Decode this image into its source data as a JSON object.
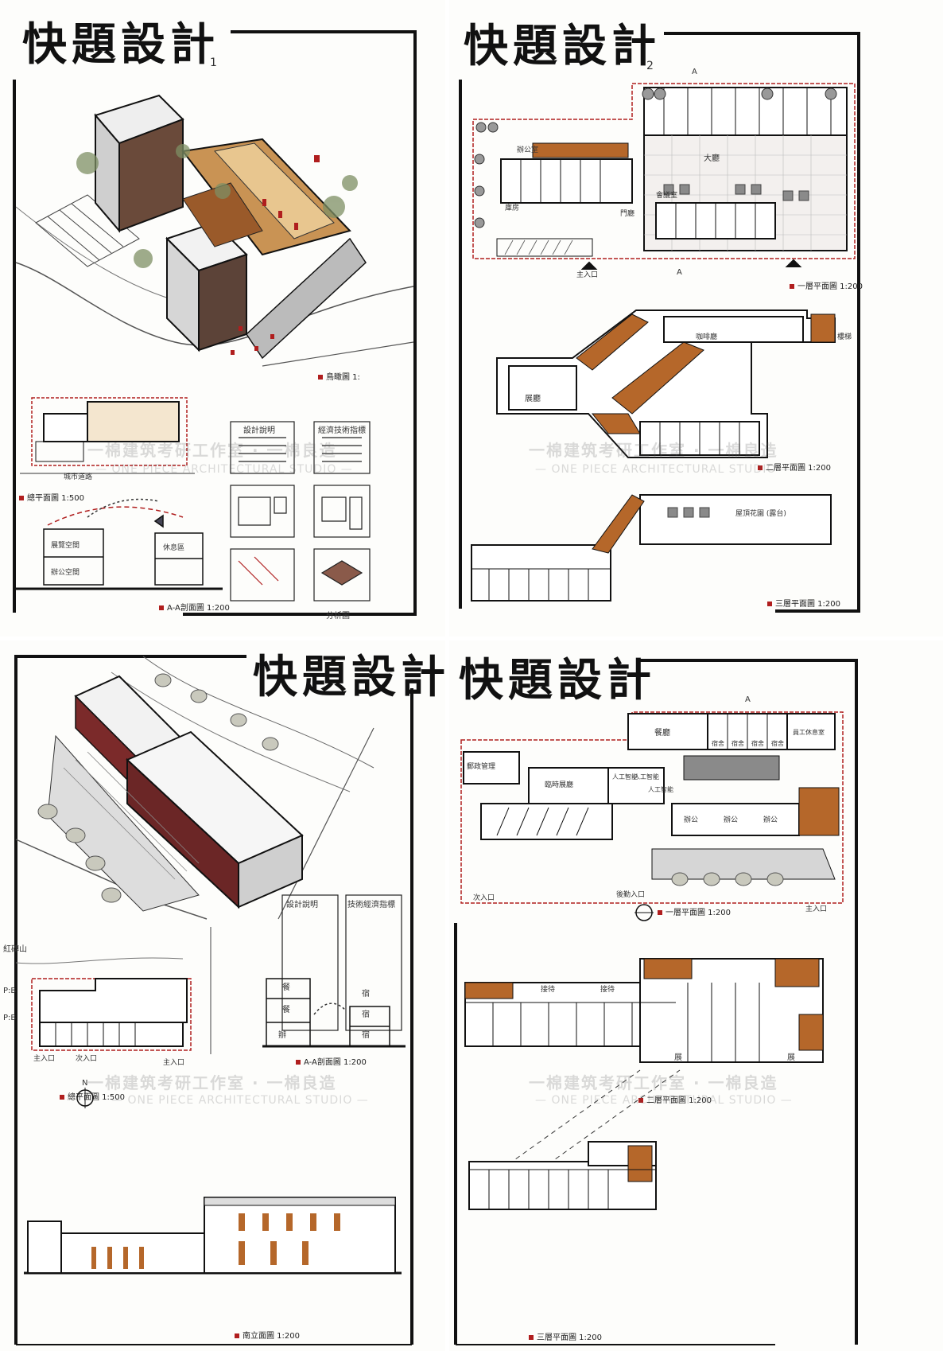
{
  "sheets": [
    {
      "title": "快題設計",
      "page_mark": "1",
      "labels": {
        "axon": "鳥瞰圖 1:",
        "site_plan": "總平面圖 1:500",
        "section": "A-A剖面圖 1:200",
        "analysis": "分析圖",
        "design_notes": "設計說明",
        "tech_indices": "經濟技術指標",
        "road": "城市道路",
        "space_1": "展覽空間",
        "space_2": "辦公空間",
        "space_3": "休息區"
      }
    },
    {
      "title": "快題設計",
      "page_mark": "2",
      "labels": {
        "plan1": "一層平面圖 1:200",
        "plan2": "二層平面圖 1:200",
        "plan3": "三層平面圖 1:200",
        "entrance": "主入口",
        "hall": "大廳",
        "office": "辦公室",
        "lobby": "門廳",
        "meeting": "會議室",
        "storage": "庫房",
        "exhibit": "展廳",
        "roof": "屋頂花園 (露台)",
        "cafe": "咖啡廳",
        "stair": "樓梯",
        "mark_a": "A",
        "mark_a2": "A"
      }
    },
    {
      "title": "快題設計",
      "labels": {
        "site_plan": "總平面圖 1:500",
        "section": "A-A剖面圖 1:200",
        "elevation": "南立面圖 1:200",
        "design_notes": "設計說明",
        "tech_indices": "技術經濟指標",
        "mountain": "紅磚山",
        "entry1": "主入口",
        "entry2": "次入口",
        "entry3": "主入口",
        "north": "N",
        "pl_a": "P:B",
        "pl_b": "P:B",
        "sec1": "餐",
        "sec2": "餐",
        "sec3": "辦",
        "sec4": "宿",
        "sec5": "宿",
        "sec6": "宿"
      }
    },
    {
      "title": "快題設計",
      "labels": {
        "plan1": "一層平面圖 1:200",
        "plan2": "二層平面圖 1:200",
        "plan3": "三層平面圖 1:200",
        "main_entry": "主入口",
        "side_entry": "次入口",
        "sub_entry": "後勤入口",
        "mark_a": "A",
        "dining": "餐廳",
        "staff": "員工休息室",
        "dorm1": "宿舍",
        "dorm2": "宿舍",
        "dorm3": "宿舍",
        "dorm4": "宿舍",
        "lab1": "人工智能",
        "lab2": "人工智能",
        "lab3": "人工智能",
        "workshop": "臨時展廳",
        "office_a": "辦公",
        "office_b": "辦公",
        "office_c": "辦公",
        "yard": "郵政管理",
        "cls1": "接待",
        "cls2": "接待",
        "ex1": "展",
        "ex2": "展"
      }
    }
  ],
  "watermark": {
    "cn": "一棉建筑考研工作室 · 一棉良造",
    "en": "— ONE PIECE ARCHITECTURAL STUDIO —"
  },
  "colors": {
    "ink": "#1a1a1a",
    "red": "#b01e1e",
    "wood": "#b5672a",
    "green": "#7d8f64",
    "grey": "#8a8a8a"
  }
}
